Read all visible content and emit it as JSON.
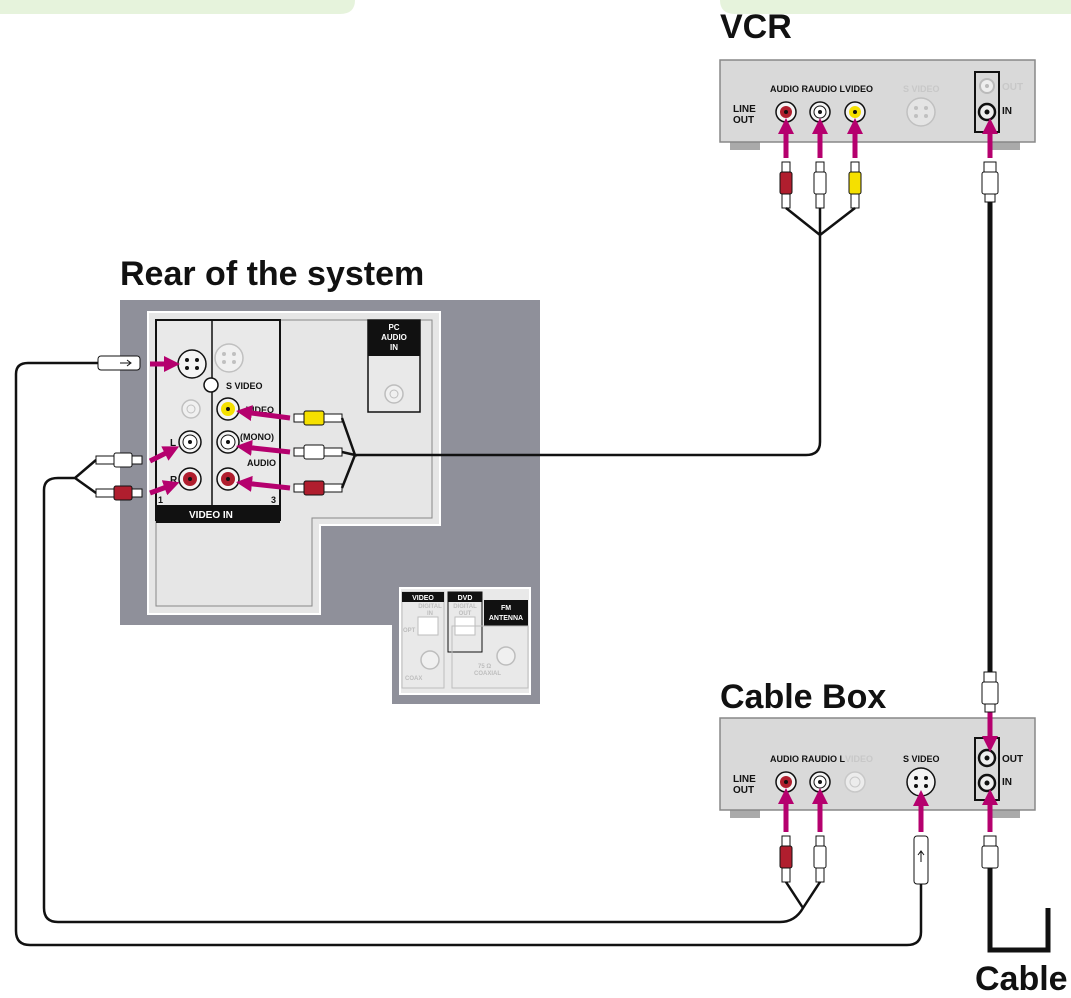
{
  "titles": {
    "vcr": "VCR",
    "rear": "Rear of the system",
    "cable_box": "Cable Box",
    "cable": "Cable"
  },
  "vcr": {
    "line_out": [
      "LINE",
      "OUT"
    ],
    "audio_r": "AUDIO R",
    "audio_l": "AUDIO L",
    "video": "VIDEO",
    "s_video": "S VIDEO",
    "out": "OUT",
    "in": "IN"
  },
  "cable_box": {
    "line_out": [
      "LINE",
      "OUT"
    ],
    "audio_r": "AUDIO R",
    "audio_l": "AUDIO L",
    "video": "VIDEO",
    "s_video": "S VIDEO",
    "out": "OUT",
    "in": "IN"
  },
  "rear_panel": {
    "s_video": "S VIDEO",
    "video": "VIDEO",
    "mono": "(MONO)",
    "audio": "AUDIO",
    "l": "L",
    "r": "R",
    "video_in": "VIDEO IN",
    "input_1": "1",
    "input_3": "3",
    "pc_audio_in": [
      "PC",
      "AUDIO",
      "IN"
    ],
    "digital": {
      "video": "VIDEO",
      "dvd": "DVD",
      "digital_in": [
        "DIGITAL",
        "IN"
      ],
      "digital_out": [
        "DIGITAL",
        "OUT"
      ],
      "opt": "OPT",
      "coax": "COAX",
      "fm_antenna": [
        "FM",
        "ANTENNA"
      ],
      "ohm": "75 Ω",
      "coaxial": "COAXIAL"
    }
  },
  "colors": {
    "arrow": "#b5006e",
    "jack_red": "#b01e2e",
    "jack_yellow": "#f5e000",
    "panel_gray": "#8f909a",
    "device_gray": "#d9d9d9",
    "header_green": "#e6f3dc"
  }
}
